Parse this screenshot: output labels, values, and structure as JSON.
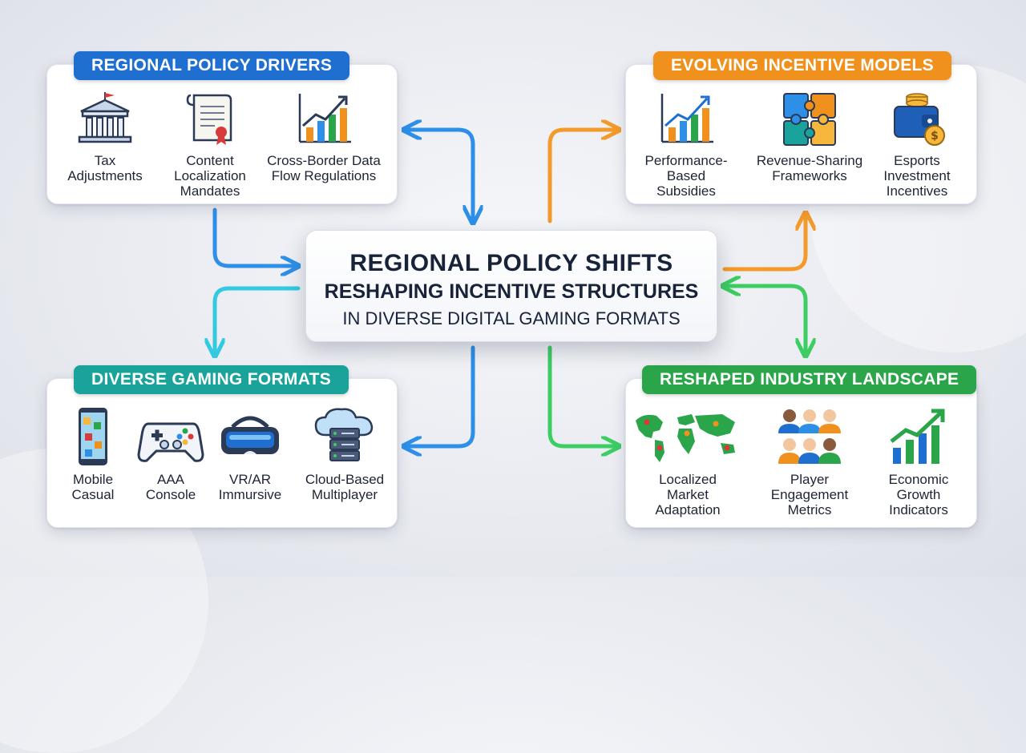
{
  "center": {
    "line1": "REGIONAL POLICY SHIFTS",
    "line2": "RESHAPING INCENTIVE STRUCTURES",
    "line3": "IN DIVERSE DIGITAL GAMING FORMATS"
  },
  "panels": {
    "drivers": {
      "title": "REGIONAL POLICY DRIVERS",
      "color": "#1f6fd1",
      "items": [
        {
          "label": "Tax\nAdjustments",
          "icon": "government-building-icon"
        },
        {
          "label": "Content\nLocalization\nMandates",
          "icon": "document-scroll-icon"
        },
        {
          "label": "Cross-Border Data\nFlow Regulations",
          "icon": "growth-chart-icon"
        }
      ]
    },
    "incentives": {
      "title": "EVOLVING INCENTIVE MODELS",
      "color": "#f0901d",
      "items": [
        {
          "label": "Performance-Based\nSubsidies",
          "icon": "growth-chart-icon"
        },
        {
          "label": "Revenue-Sharing\nFrameworks",
          "icon": "puzzle-icon"
        },
        {
          "label": "Esports\nInvestment\nIncentives",
          "icon": "wallet-coins-icon"
        }
      ]
    },
    "formats": {
      "title": "DIVERSE GAMING FORMATS",
      "color": "#1aa39a",
      "items": [
        {
          "label": "Mobile\nCasual",
          "icon": "smartphone-icon"
        },
        {
          "label": "AAA\nConsole",
          "icon": "gamepad-icon"
        },
        {
          "label": "VR/AR\nImmursive",
          "icon": "vr-headset-icon"
        },
        {
          "label": "Cloud-Based\nMultiplayer",
          "icon": "cloud-server-icon"
        }
      ]
    },
    "landscape": {
      "title": "RESHAPED INDUSTRY LANDSCAPE",
      "color": "#2aa54a",
      "items": [
        {
          "label": "Localized\nMarket\nAdaptation",
          "icon": "world-map-icon"
        },
        {
          "label": "Player\nEngagement\nMetrics",
          "icon": "people-group-icon"
        },
        {
          "label": "Economic\nGrowth\nIndicators",
          "icon": "growth-bars-icon"
        }
      ]
    }
  },
  "colors": {
    "blue_arrow": "#2d8fe8",
    "orange_arrow": "#f39a2b",
    "cyan_arrow": "#33c9e0",
    "green_arrow": "#3ccd63"
  }
}
